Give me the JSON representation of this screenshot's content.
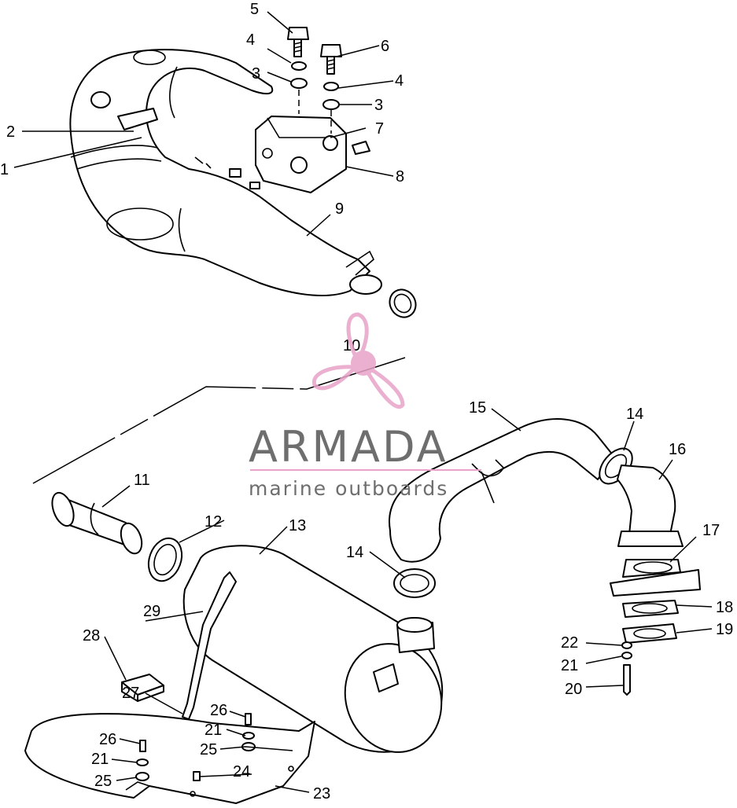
{
  "watermark": {
    "title": "ARMADA",
    "subtitle": "marine outboards",
    "color": "#6e6e6e",
    "logo_color": "#e8a3c8",
    "logo_icon": "propeller-icon"
  },
  "callouts": [
    "1",
    "2",
    "3",
    "3",
    "4",
    "4",
    "5",
    "6",
    "7",
    "8",
    "9",
    "10",
    "11",
    "12",
    "13",
    "14",
    "14",
    "15",
    "16",
    "17",
    "18",
    "19",
    "20",
    "21",
    "21",
    "21",
    "22",
    "23",
    "24",
    "25",
    "25",
    "26",
    "26",
    "27",
    "28",
    "29"
  ]
}
